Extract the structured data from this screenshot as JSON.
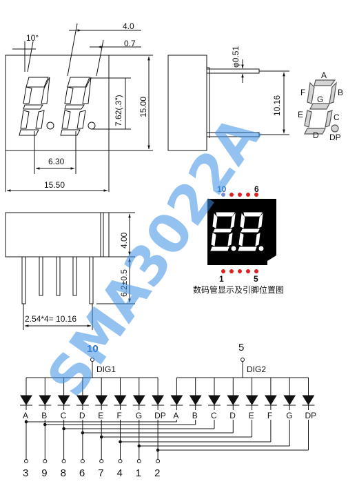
{
  "watermark": {
    "text": "SMA3022A",
    "color": "#3b8fe6"
  },
  "front_view": {
    "angle": "10°",
    "dims": {
      "d40": "4.0",
      "d07": "0.7",
      "d762": "7.62(.3\")",
      "d1500": "15.00",
      "d630": "6.30",
      "d1550": "15.50"
    }
  },
  "side_view": {
    "dims": {
      "d051": "φ0.51",
      "d1016": "10.16"
    }
  },
  "segment_key": {
    "labels": [
      "A",
      "B",
      "C",
      "D",
      "E",
      "F",
      "G",
      "DP"
    ]
  },
  "bottom_view": {
    "dims": {
      "d400": "4.00",
      "d62": "6.2±0.5",
      "pitch": "2.54*4= 10.16"
    }
  },
  "display_photo": {
    "pin_top_left": "10",
    "pin_top_right": "6",
    "pin_bottom_left": "1",
    "pin_bottom_right": "5",
    "digits_color": "#ffffff",
    "pin_dot_color": "#e02020"
  },
  "caption": "数码管显示及引脚位置图",
  "schematic": {
    "dig1": {
      "pin": "10",
      "label": "DIG1",
      "pin_color": "#2f6db5"
    },
    "dig2": {
      "pin": "5",
      "label": "DIG2"
    },
    "segments": [
      "A",
      "B",
      "C",
      "D",
      "E",
      "F",
      "G",
      "DP"
    ],
    "pins": [
      "3",
      "9",
      "8",
      "6",
      "7",
      "4",
      "1",
      "2"
    ]
  }
}
